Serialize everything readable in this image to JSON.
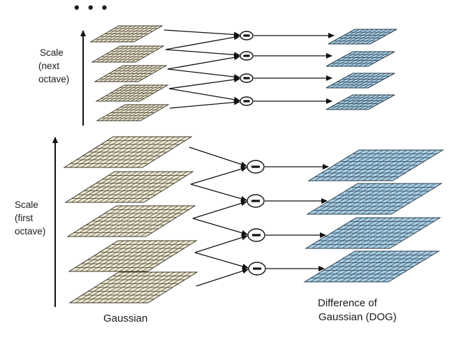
{
  "top_ellipsis": "• • •",
  "octaves": [
    {
      "scale_label": [
        "Scale",
        "(next",
        "octave)"
      ],
      "gaussian_count": 5,
      "dog_count": 4
    },
    {
      "scale_label": [
        "Scale",
        "(first",
        "octave)"
      ],
      "gaussian_count": 5,
      "dog_count": 4
    }
  ],
  "operator_symbol": "minus",
  "bottom_labels": {
    "gaussian": "Gaussian",
    "dog_line1": "Difference of",
    "dog_line2": "Gaussian (DOG)"
  },
  "colors": {
    "gaussian_fill": "#efe8d2",
    "gaussian_grid": "#3a3528",
    "dog_fill": "#aacfe6",
    "dog_grid": "#243a48",
    "line": "#111111"
  }
}
